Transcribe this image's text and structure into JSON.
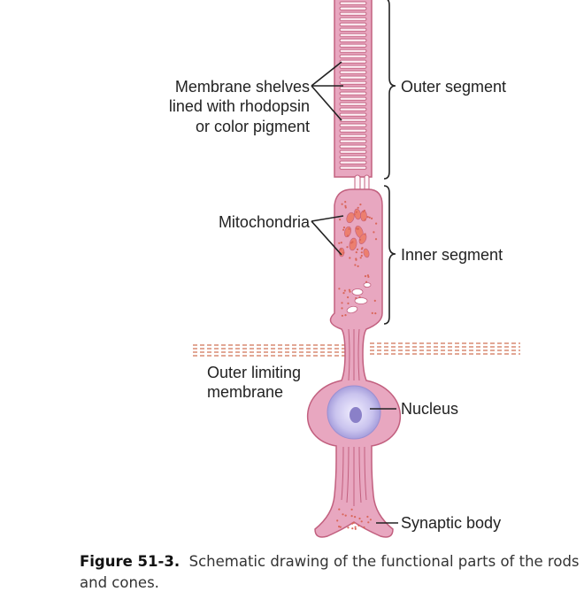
{
  "labels": {
    "membrane_line1": "Membrane shelves",
    "membrane_line2": "lined with rhodopsin",
    "membrane_line3": "or color pigment",
    "outer_segment": "Outer segment",
    "mitochondria": "Mitochondria",
    "inner_segment": "Inner segment",
    "outer_limiting_line1": "Outer limiting",
    "outer_limiting_line2": "membrane",
    "nucleus": "Nucleus",
    "synaptic_body": "Synaptic body"
  },
  "caption": {
    "number": "Figure 51-3.",
    "text_line1": "Schematic drawing of the functional parts of the rods",
    "text_line2": "and cones."
  },
  "colors": {
    "cell_fill": "#e8a7c0",
    "cell_stroke": "#c2607f",
    "mitochondria": "#ec7f6f",
    "nucleus_outer": "#c9c3ee",
    "nucleus_core": "#8a80c8",
    "label_text": "#222222"
  }
}
